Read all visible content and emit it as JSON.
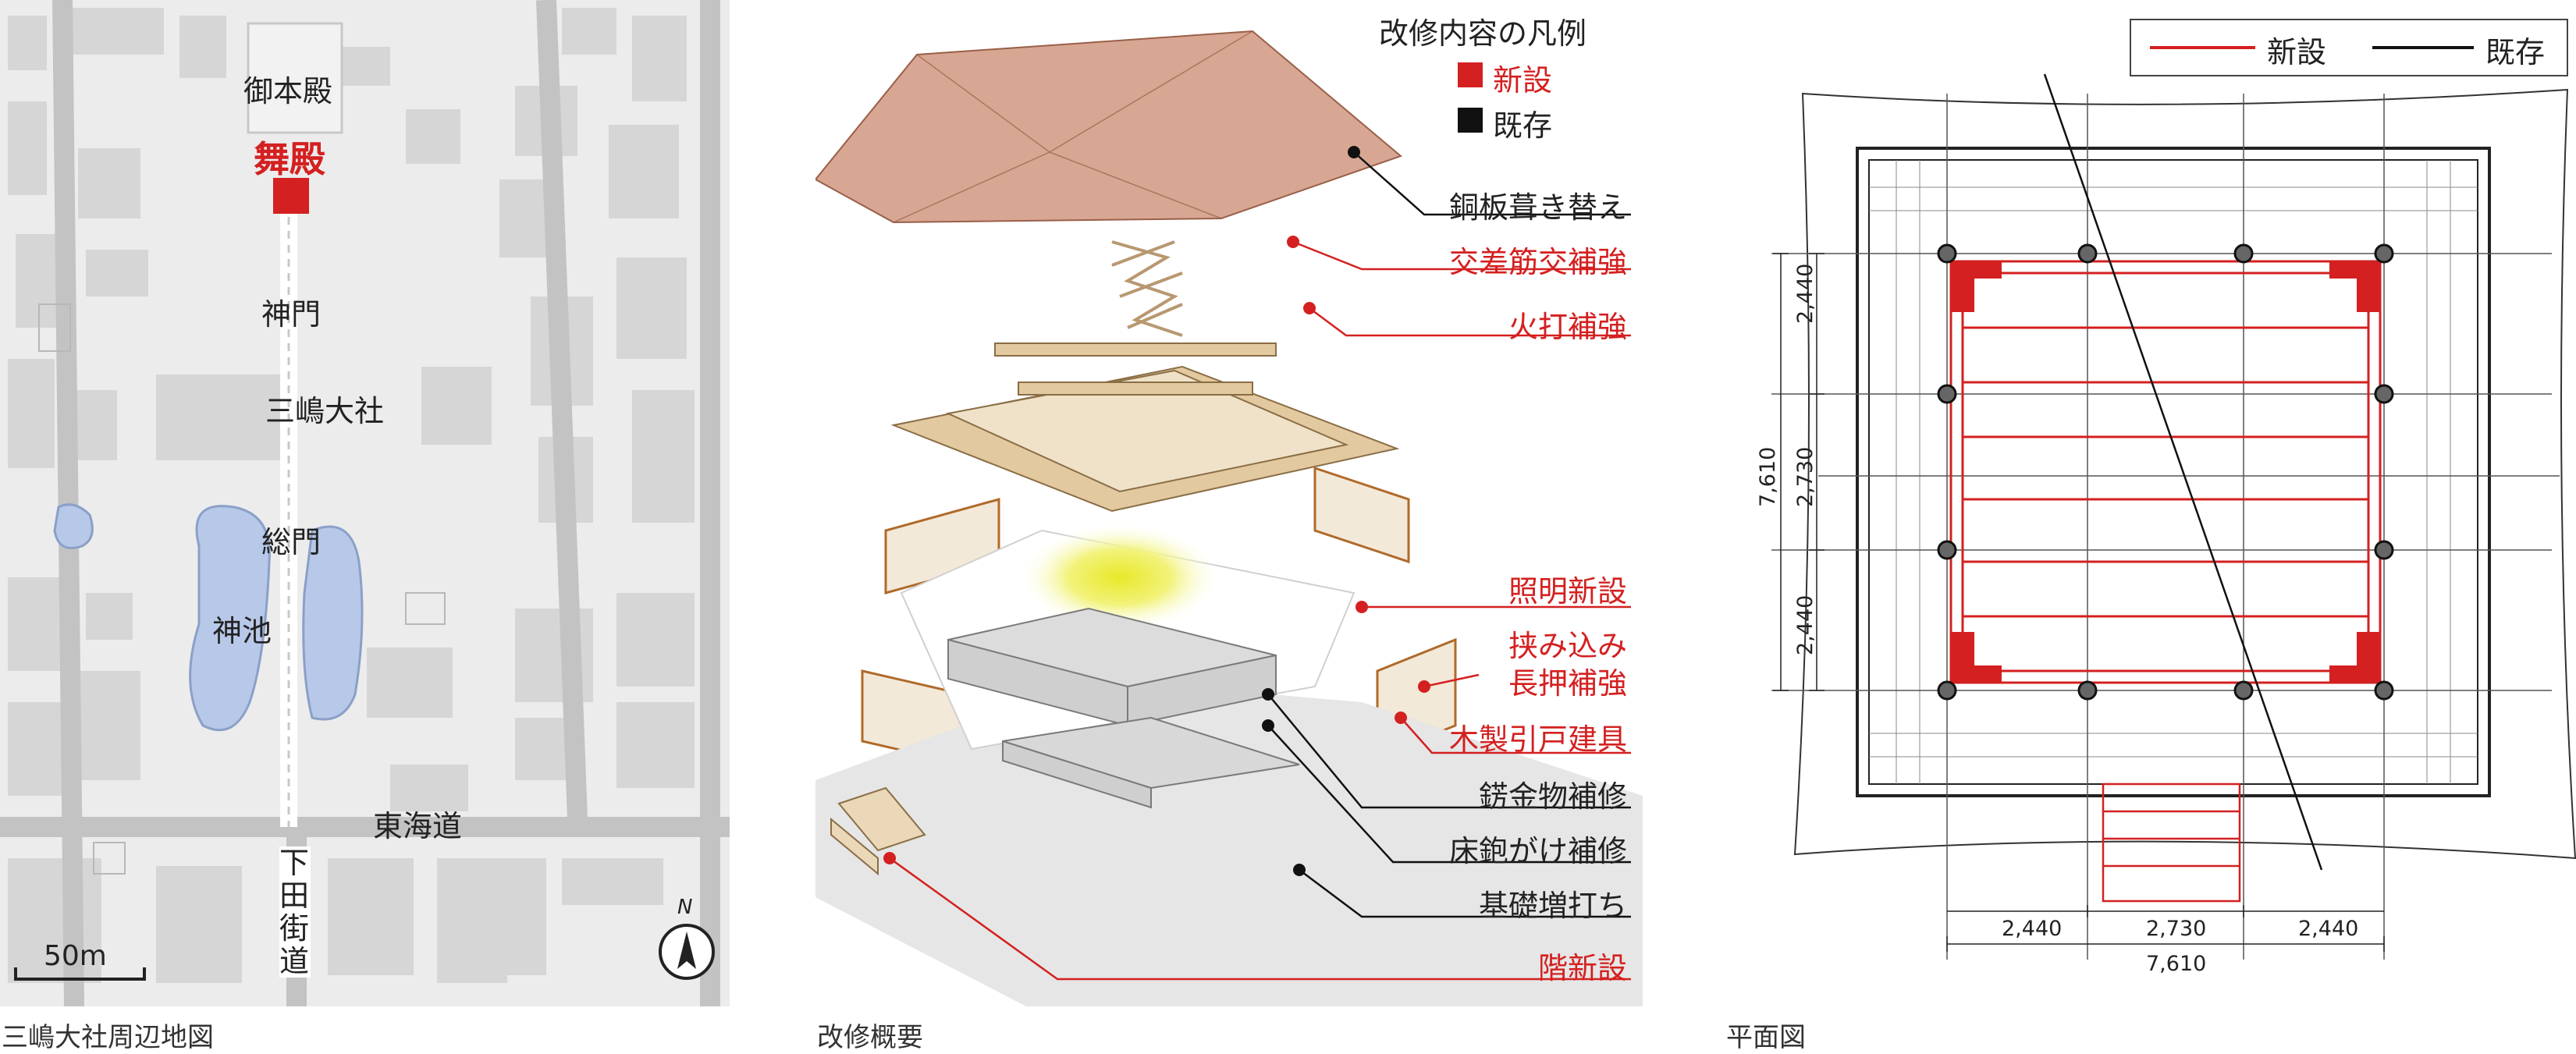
{
  "colors": {
    "new": "#d42020",
    "existing": "#111111",
    "road": "#cfcfcf",
    "water": "#b8c8e8",
    "block": "#d6d6d6"
  },
  "map": {
    "caption": "三嶋大社周辺地図",
    "labels": {
      "gohonden": "御本殿",
      "maiden": "舞殿",
      "shinmon": "神門",
      "taisha": "三嶋大社",
      "somon": "総門",
      "shinchi": "神池",
      "tokaido": "東海道",
      "shimoda": "下田街道"
    },
    "scale": "50m",
    "north": "N"
  },
  "overview": {
    "caption": "改修概要",
    "legend_title": "改修内容の凡例",
    "legend_new": "新設",
    "legend_existing": "既存",
    "items": [
      {
        "text": "銅板葺き替え",
        "kind": "existing"
      },
      {
        "text": "交差筋交補強",
        "kind": "new"
      },
      {
        "text": "火打補強",
        "kind": "new"
      },
      {
        "text": "照明新設",
        "kind": "new"
      },
      {
        "text": "挟み込み",
        "kind": "new"
      },
      {
        "text": "長押補強",
        "kind": "new"
      },
      {
        "text": "木製引戸建具",
        "kind": "new"
      },
      {
        "text": "錺金物補修",
        "kind": "existing"
      },
      {
        "text": "床鉋がけ補修",
        "kind": "existing"
      },
      {
        "text": "基礎増打ち",
        "kind": "existing"
      },
      {
        "text": "階新設",
        "kind": "new"
      }
    ]
  },
  "plan": {
    "caption": "平面図",
    "legend_new": "新設",
    "legend_existing": "既存",
    "dim_left": [
      "2,440",
      "2,730",
      "2,440"
    ],
    "dim_left_total": "7,610",
    "dim_bottom": [
      "2,440",
      "2,730",
      "2,440"
    ],
    "dim_bottom_total": "7,610"
  }
}
